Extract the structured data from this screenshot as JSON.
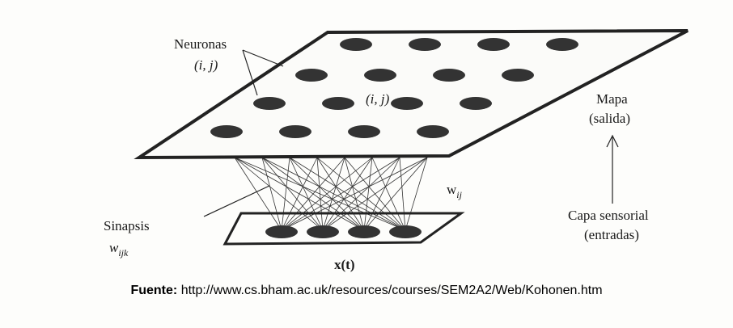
{
  "diagram": {
    "labels": {
      "neuronas": "Neuronas",
      "ij_left": "(i, j)",
      "ij_center": "(i, j)",
      "mapa": "Mapa",
      "salida": "(salida)",
      "wij": "w",
      "wij_sub": "ij",
      "capa_sensorial": "Capa sensorial",
      "entradas": "(entradas)",
      "sinapsis": "Sinapsis",
      "wijk": "w",
      "wijk_sub": "ijk",
      "xt": "x(t)"
    },
    "map_neuron_rows": 4,
    "map_neuron_cols": 4,
    "input_neurons": 4
  },
  "caption": {
    "prefix": "Fuente:",
    "url": "http://www.cs.bham.ac.uk/resources/courses/SEM2A2/Web/Kohonen.htm"
  }
}
